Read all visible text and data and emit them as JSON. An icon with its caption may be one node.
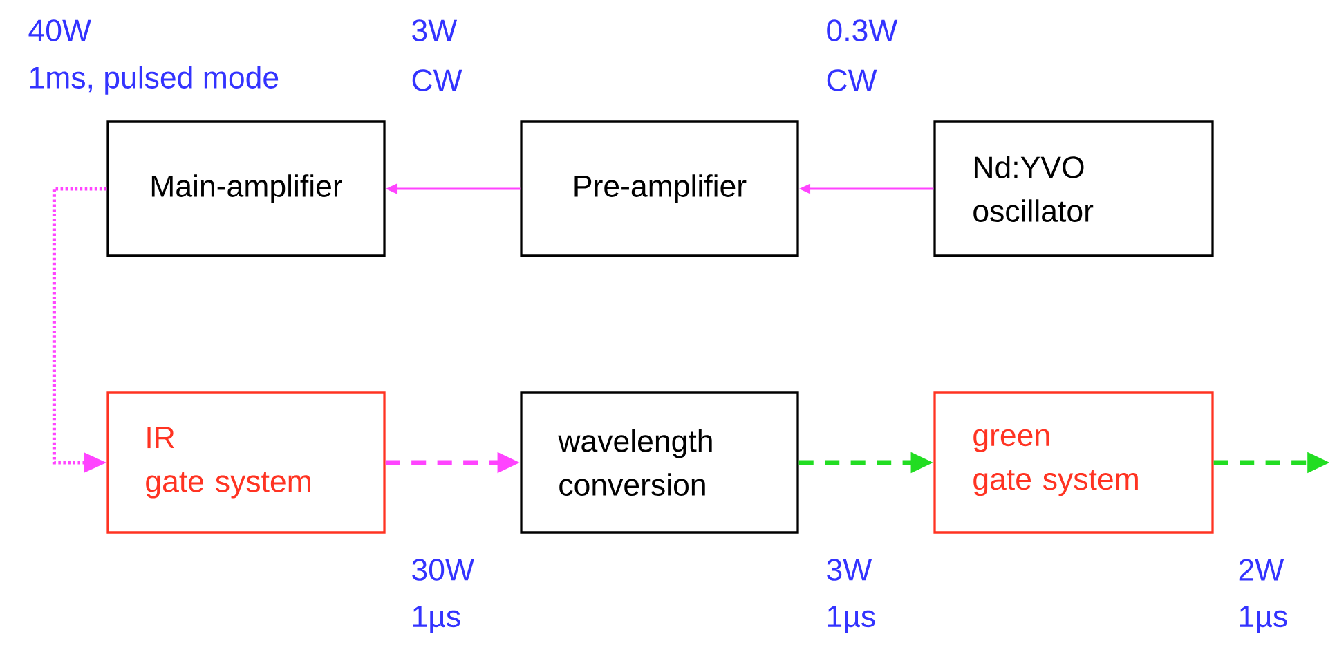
{
  "diagram": {
    "nodes": [
      {
        "text": [
          "Main-amplifier"
        ]
      },
      {
        "text": [
          "Pre-amplifier"
        ]
      },
      {
        "text": [
          "Nd:YVO oscillator"
        ]
      },
      {
        "text": [
          "IR",
          "gate system"
        ]
      },
      {
        "text": [
          "wavelength conversion"
        ]
      },
      {
        "text": [
          "green",
          "gate system"
        ]
      }
    ],
    "edges": [
      {
        "from": 2,
        "to": 1,
        "arrow": "to"
      },
      {
        "from": 1,
        "to": 0,
        "arrow": "to"
      },
      {
        "from": 0,
        "to": 3,
        "arrow": "to",
        "style": "dashed"
      },
      {
        "from": 3,
        "to": 4,
        "arrow": "to",
        "style": "dashed"
      },
      {
        "from": 4,
        "to": 5,
        "arrow": "to",
        "style": "dashed",
        "color": "#22dd22"
      },
      {
        "from": 5,
        "to": null,
        "arrow": "to",
        "style": "dashed",
        "color": "#22dd22"
      }
    ],
    "labels": [
      "40W",
      "1ms, pulsed mode",
      "3W",
      "CW",
      "0.3W",
      "CW",
      "30W",
      "1µs",
      "3W",
      "1µs",
      "2W",
      "1µs"
    ]
  }
}
